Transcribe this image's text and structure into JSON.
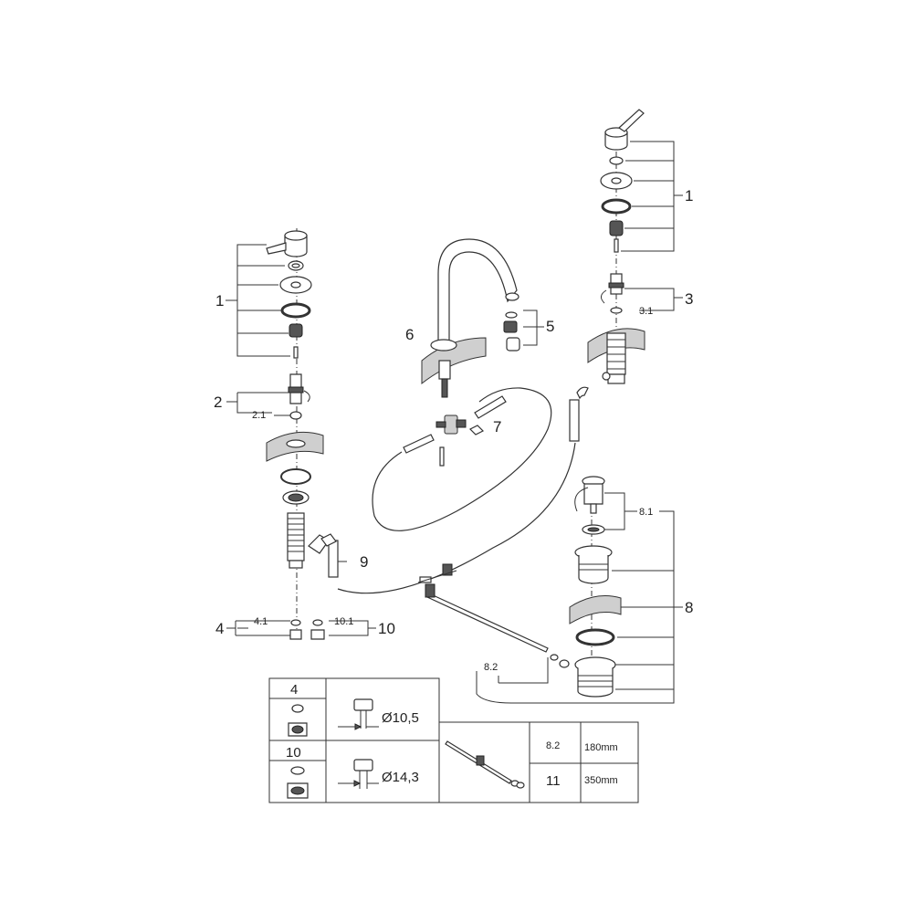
{
  "labels": {
    "l1_left": "1",
    "l2": "2",
    "l2_1": "2.1",
    "l4": "4",
    "l4_1": "4.1",
    "l10_1": "10.1",
    "l10": "10",
    "l9": "9",
    "l6": "6",
    "l5": "5",
    "l7": "7",
    "l1_right": "1",
    "l3": "3",
    "l3_1": "3.1",
    "l8_1": "8.1",
    "l8": "8",
    "l8_2": "8.2"
  },
  "table": {
    "row4_label": "4",
    "row4_dim": "Ø10,5",
    "row10_label": "10",
    "row10_dim": "Ø14,3",
    "len_rows": [
      {
        "part": "8.2",
        "length": "180mm"
      },
      {
        "part": "11",
        "length": "350mm"
      }
    ]
  },
  "colors": {
    "line": "#333333",
    "fill_gray": "#cfcfcf",
    "fill_dark": "#555555"
  }
}
